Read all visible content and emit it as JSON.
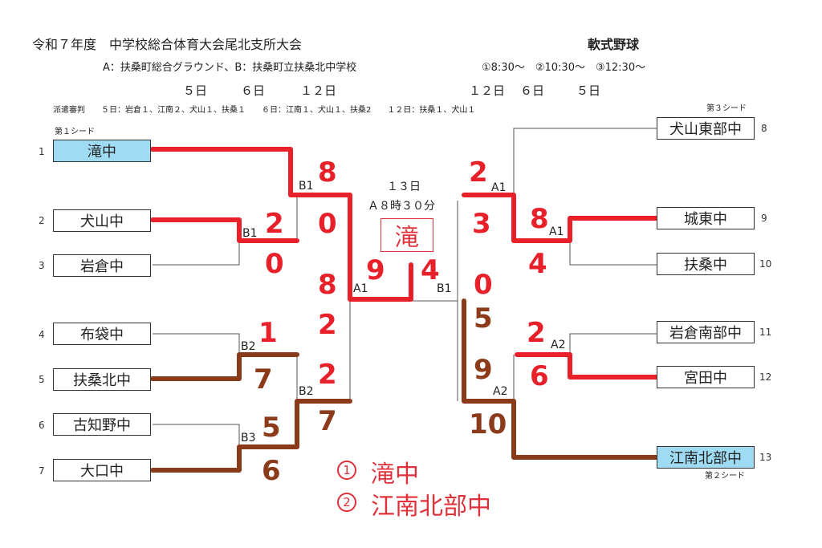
{
  "header": {
    "title": "令和７年度　中学校総合体育大会尾北支所大会",
    "sport": "軟式野球",
    "venues": "A：扶桑町総合グラウンド、B：扶桑町立扶桑北中学校",
    "times": "①8:30～　②10:30～　③12:30～",
    "days_left": [
      "５日",
      "６日",
      "１２日"
    ],
    "days_right": [
      "１２日",
      "６日",
      "５日"
    ],
    "referees": "派遣審判　　５日：岩倉１、江南２、犬山１、扶桑１　　６日：江南１、犬山１、扶桑2　　１２日：扶桑１、犬山１"
  },
  "final": {
    "day": "１３日",
    "time": "Ａ８時３０分",
    "winner_stamp": "滝"
  },
  "seeds": {
    "first": "第１シード",
    "second": "第２シード",
    "third": "第３シード"
  },
  "teams_left": [
    {
      "no": "1",
      "name": "滝中"
    },
    {
      "no": "2",
      "name": "犬山中"
    },
    {
      "no": "3",
      "name": "岩倉中"
    },
    {
      "no": "4",
      "name": "布袋中"
    },
    {
      "no": "5",
      "name": "扶桑北中"
    },
    {
      "no": "6",
      "name": "古知野中"
    },
    {
      "no": "7",
      "name": "大口中"
    }
  ],
  "teams_right": [
    {
      "no": "8",
      "name": "犬山東部中"
    },
    {
      "no": "9",
      "name": "城東中"
    },
    {
      "no": "10",
      "name": "扶桑中"
    },
    {
      "no": "11",
      "name": "岩倉南部中"
    },
    {
      "no": "12",
      "name": "宮田中"
    },
    {
      "no": "13",
      "name": "江南北部中"
    }
  ],
  "venue_labels": {
    "l_b1_top": "B1",
    "l_b1_mid": "B1",
    "l_b2": "B2",
    "l_b3": "B3",
    "l_b2_semi": "B2",
    "l_a1": "A1",
    "r_a1_top": "A1",
    "r_a1_mid": "A1",
    "r_a2": "A2",
    "r_a2_semi": "A2",
    "r_b1": "B1"
  },
  "scores": {
    "s8a": "8",
    "s0a": "0",
    "s2a": "2",
    "s0b": "0",
    "s8b": "8",
    "s2b": "2",
    "s1": "1",
    "s7a": "7",
    "s2c": "2",
    "s7b": "7",
    "s5a": "5",
    "s6a": "6",
    "s9a": "9",
    "s4a": "4",
    "r2a": "2",
    "r3": "3",
    "r8": "8",
    "r4": "4",
    "r0": "0",
    "r5": "5",
    "r2b": "2",
    "r6": "6",
    "r9": "9",
    "r10": "10"
  },
  "results": {
    "first_mark": "1",
    "first": "滝中",
    "second_mark": "2",
    "second": "江南北部中"
  }
}
